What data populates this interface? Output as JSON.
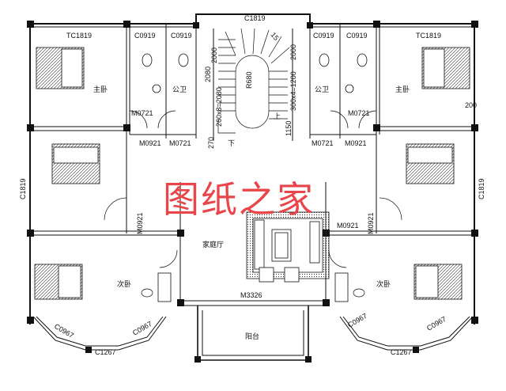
{
  "watermark": "图纸之家",
  "labels": {
    "c1819_top": "C1819",
    "tc_left": "TC1819",
    "tc_right": "TC1819",
    "c0919_l1": "C0919",
    "c0919_l2": "C0919",
    "c0919_r1": "C0919",
    "c0919_r2": "C0919",
    "m0721_l1": "M0721",
    "m0721_l2": "M0721",
    "m0721_r1": "M0721",
    "m0721_r2": "M0721",
    "m0921_l1": "M0921",
    "m0921_r1": "M0921",
    "m0921_lv": "M0921",
    "m0921_r2": "M0921",
    "m0921_rv": "M0921",
    "c1819_left": "C1819",
    "c1819_right": "C1819",
    "m3326": "M3326",
    "c0967_l1": "C0967",
    "c0967_l2": "C0967",
    "c0967_r1": "C0967",
    "c0967_r2": "C0967",
    "c1267_l": "C1267",
    "c1267_r": "C1267",
    "stair_r680": "R680",
    "stair_up": "上",
    "stair_down": "下",
    "stair_dim_a": "2080",
    "stair_dim_b": "260x8=2080",
    "stair_dim_c": "2000",
    "stair_dim_d": "1150",
    "stair_dim_e": "300x4=1200",
    "stair_dim_f": "2000",
    "stair_dim_g": "270",
    "stair_dim_h": "200",
    "stair_diag": "15",
    "room_master_l": "主卧",
    "room_master_r": "主卧",
    "room_bath_l": "公卫",
    "room_bath_r": "公卫",
    "room_family": "家庭厅",
    "room_second_l": "次卧",
    "room_second_r": "次卧",
    "room_balcony": "阳台"
  }
}
